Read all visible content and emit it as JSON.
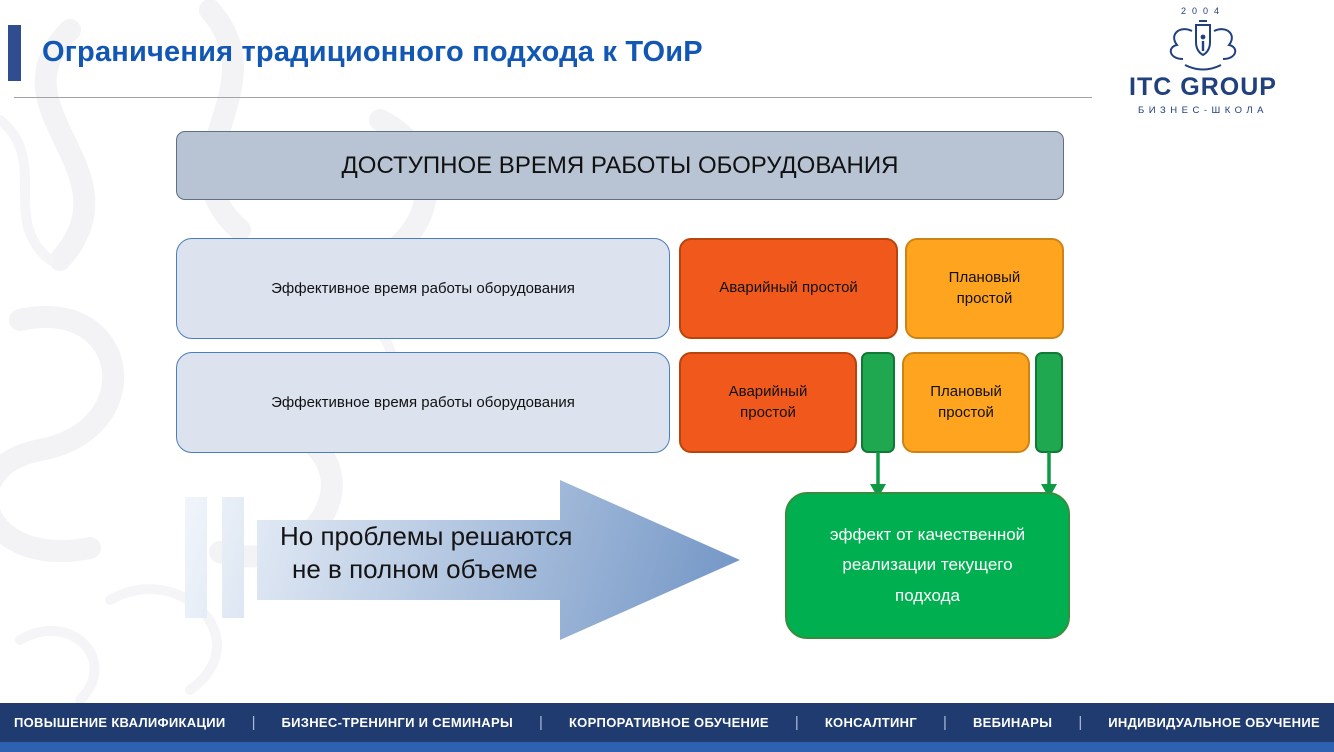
{
  "slide": {
    "title": "Ограничения традиционного подхода к ТОиР"
  },
  "logo": {
    "year": "2004",
    "name": "ITC GROUP",
    "tagline": "БИЗНЕС-ШКОЛА"
  },
  "diagram": {
    "header": "ДОСТУПНОЕ ВРЕМЯ РАБОТЫ ОБОРУДОВАНИЯ",
    "rows": [
      {
        "effective": "Эффективное время работы оборудования",
        "emergency": "Аварийный простой",
        "planned": "Плановый простой"
      },
      {
        "effective": "Эффективное время работы оборудования",
        "emergency": "Аварийный простой",
        "planned": "Плановый простой"
      }
    ],
    "note_line1": "Но проблемы решаются",
    "note_line2": "не в полном объеме",
    "effect": "эффект от качественной реализации текущего подхода"
  },
  "footer": {
    "items": [
      "ПОВЫШЕНИЕ КВАЛИФИКАЦИИ",
      "БИЗНЕС-ТРЕНИНГИ И СЕМИНАРЫ",
      "КОРПОРАТИВНОЕ ОБУЧЕНИЕ",
      "КОНСАЛТИНГ",
      "ВЕБИНАРЫ",
      "ИНДИВИДУАЛЬНОЕ ОБУЧЕНИЕ"
    ]
  },
  "colors": {
    "title": "#1257b4",
    "accent_bar": "#2f4d8f",
    "header_fill": "#b8c4d3",
    "effective_fill": "#dce3ee",
    "effective_border": "#4a7ebb",
    "emergency_fill": "#f1591c",
    "planned_fill": "#ffa41e",
    "green": "#00b050",
    "green_slim": "#1fa84f",
    "arrow_gradient_start": "#f3f7fc",
    "arrow_gradient_end": "#6f93c4",
    "footer_bg": "#1f3b70",
    "footer_strip": "#2e62b1"
  }
}
